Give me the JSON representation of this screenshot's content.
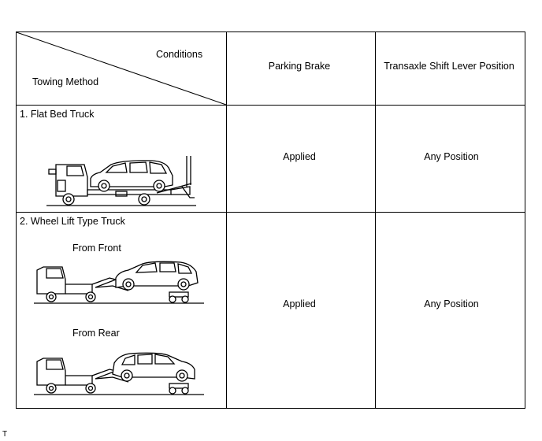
{
  "header": {
    "conditions": "Conditions",
    "towing_method": "Towing Method",
    "parking_brake": "Parking Brake",
    "shift_lever": "Transaxle Shift Lever Position"
  },
  "rows": [
    {
      "method": "1. Flat Bed Truck",
      "parking_brake": "Applied",
      "shift_lever": "Any Position"
    },
    {
      "method": "2. Wheel Lift Type Truck",
      "sub_front": "From Front",
      "sub_rear": "From Rear",
      "parking_brake": "Applied",
      "shift_lever": "Any Position"
    }
  ],
  "footer": {
    "mark": "T"
  }
}
